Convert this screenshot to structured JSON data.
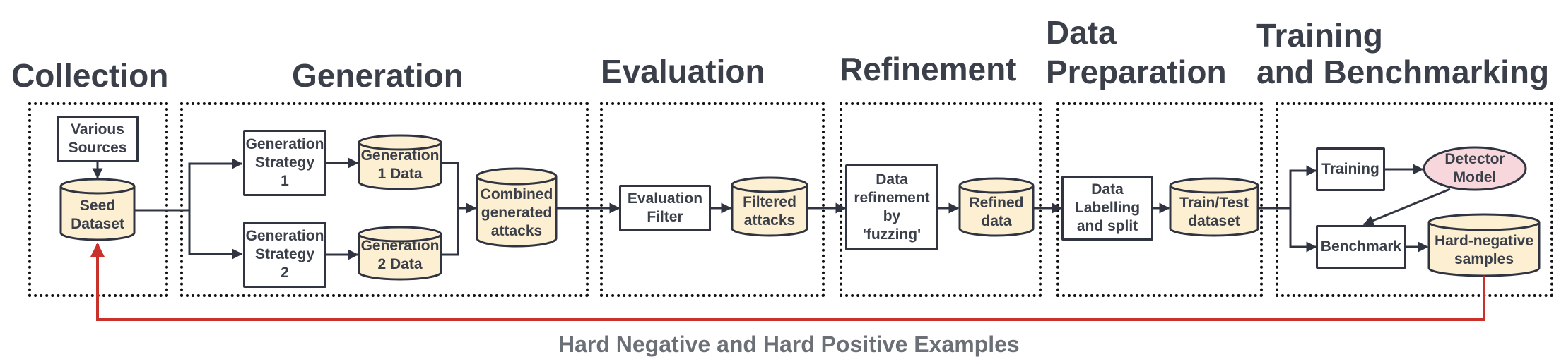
{
  "stages": {
    "collection": "Collection",
    "generation": "Generation",
    "evaluation": "Evaluation",
    "refinement": "Refinement",
    "preparation": "Data\nPreparation",
    "training": "Training\nand Benchmarking"
  },
  "nodes": {
    "various_sources": "Various\nSources",
    "seed_dataset": "Seed\nDataset",
    "gen_strategy_1": "Generation\nStrategy\n1",
    "gen_strategy_2": "Generation\nStrategy\n2",
    "gen_1_data": "Generation\n1 Data",
    "gen_2_data": "Generation\n2 Data",
    "combined": "Combined\ngenerated\nattacks",
    "evaluation_filter": "Evaluation\nFilter",
    "filtered_attacks": "Filtered\nattacks",
    "data_refinement": "Data\nrefinement\nby\n'fuzzing'",
    "refined_data": "Refined\ndata",
    "labelling": "Data\nLabelling\nand split",
    "train_test": "Train/Test\ndataset",
    "training": "Training",
    "detector_model": "Detector\nModel",
    "benchmark": "Benchmark",
    "hard_negative": "Hard-negative\nsamples"
  },
  "feedback_label": "Hard Negative and Hard Positive Examples",
  "colors": {
    "ink": "#2f3440",
    "cylinder_fill": "#fcefd2",
    "model_fill": "#f7d7dc",
    "feedback_line": "#c8322b"
  }
}
